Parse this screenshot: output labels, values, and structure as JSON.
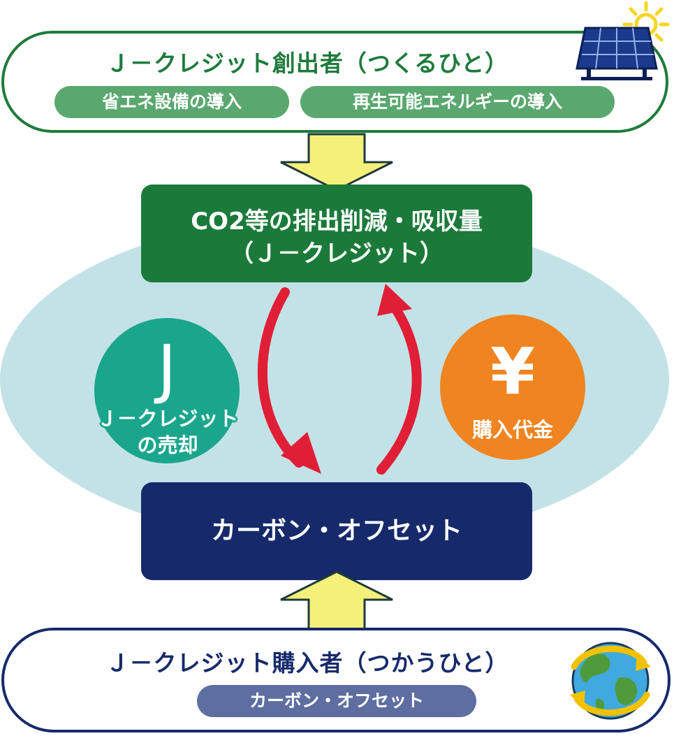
{
  "creator": {
    "title": "Ｊ－クレジット創出者（つくるひと）",
    "tags": [
      "省エネ設備の導入",
      "再生可能エネルギーの導入"
    ]
  },
  "credit_box": {
    "line1": "CO2等の排出削減・吸収量",
    "line2": "（Ｊ－クレジット）"
  },
  "sale_badge": {
    "glyph": "J",
    "label_line1": "Ｊ－クレジット",
    "label_line2": "の売却"
  },
  "payment_badge": {
    "glyph": "¥",
    "label": "購入代金"
  },
  "offset_box": {
    "label": "カーボン・オフセット"
  },
  "buyer": {
    "title": "Ｊ－クレジット購入者（つかうひと）",
    "tag": "カーボン・オフセット"
  },
  "icons": [
    "solar-panel-icon",
    "sun-icon",
    "earth-icon",
    "down-arrow-icon",
    "up-arrow-icon"
  ],
  "colors": {
    "creator_green": "#1e7b3c",
    "credit_green": "#1b7a3a",
    "navy": "#162a6b",
    "teal": "#1aa68c",
    "orange": "#ef8421",
    "red_arrow": "#e01e35",
    "yellow_arrow": "#f5f07a"
  }
}
